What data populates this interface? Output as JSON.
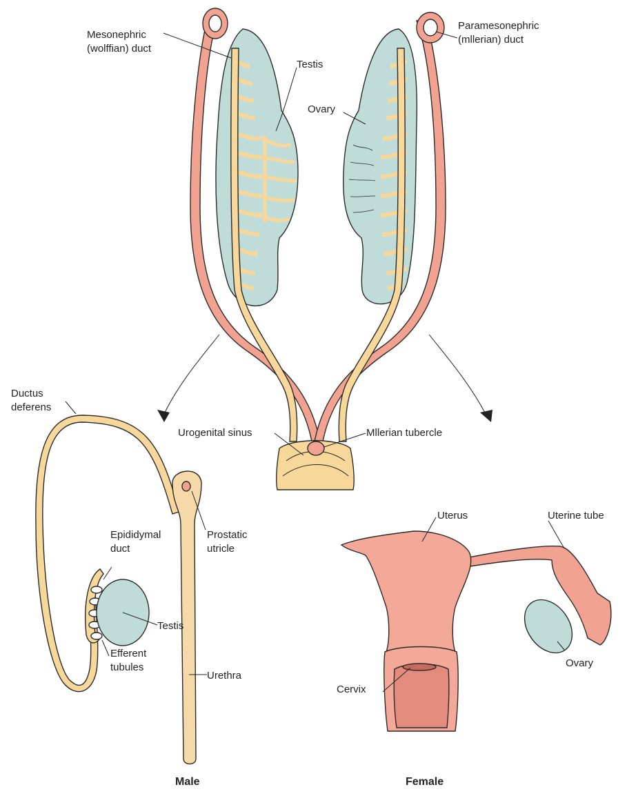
{
  "labels": {
    "mesonephric_1": "Mesonephric",
    "mesonephric_2": "(wolffian) duct",
    "paramesonephric_1": "Paramesonephric",
    "paramesonephric_2": "(mllerian) duct",
    "testis_top": "Testis",
    "ovary_top": "Ovary",
    "urogenital_sinus": "Urogenital sinus",
    "mullerian_tubercle": "Mllerian tubercle",
    "ductus_1": "Ductus",
    "ductus_2": "deferens",
    "epididymal_1": "Epididymal",
    "epididymal_2": "duct",
    "prostatic_1": "Prostatic",
    "prostatic_2": "utricle",
    "testis_male": "Testis",
    "efferent_1": "Efferent",
    "efferent_2": "tubules",
    "urethra": "Urethra",
    "uterus": "Uterus",
    "uterine_tube": "Uterine tube",
    "ovary_female": "Ovary",
    "cervix": "Cervix"
  },
  "captions": {
    "male": "Male",
    "female": "Female"
  },
  "colors": {
    "wolffian_duct": "#f7d89a",
    "mullerian_duct": "#f2a291",
    "gonad": "#bfdcd8",
    "sinus": "#f7d89a",
    "urethra": "#f5d9a8",
    "uterus": "#f4a898",
    "cervix_inner": "#e38c7e"
  }
}
